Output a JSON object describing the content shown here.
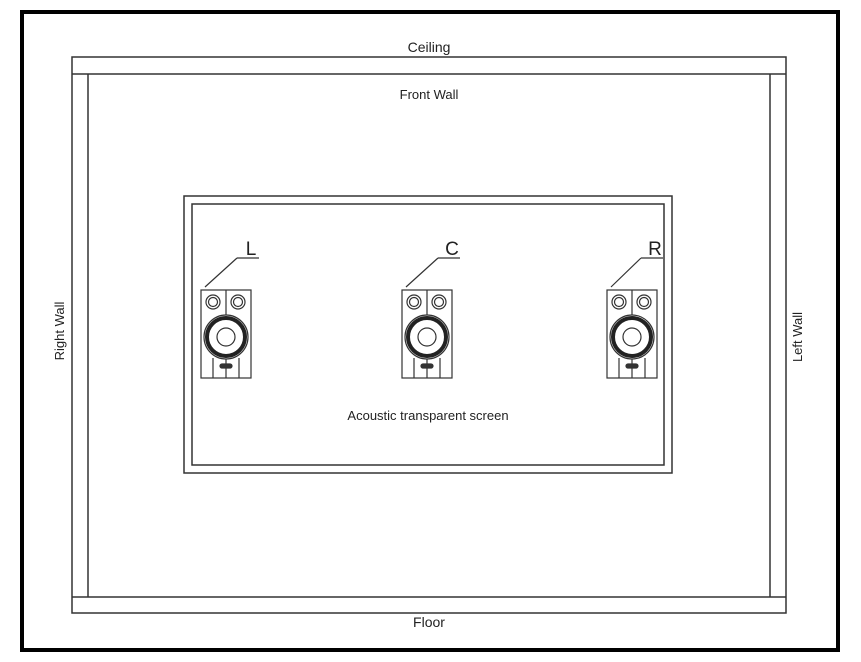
{
  "labels": {
    "ceiling": "Ceiling",
    "front_wall": "Front Wall",
    "right_wall": "Right Wall",
    "left_wall": "Left Wall",
    "floor": "Floor",
    "screen": "Acoustic transparent screen"
  },
  "speakers": [
    {
      "label": "L"
    },
    {
      "label": "C"
    },
    {
      "label": "R"
    }
  ]
}
